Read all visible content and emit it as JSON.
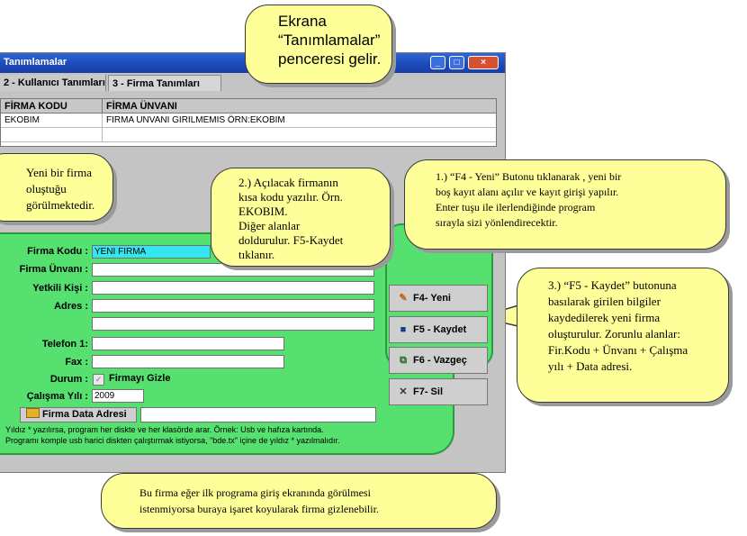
{
  "window": {
    "title": "Tanımlamalar",
    "controls": {
      "minimize": "_",
      "maximize": "□",
      "close": "×"
    }
  },
  "tabs": [
    {
      "label": "2 - Kullanıcı Tanımları"
    },
    {
      "label": "3 - Firma Tanımları"
    }
  ],
  "grid": {
    "columns": [
      "FİRMA KODU",
      "FİRMA ÜNVANI"
    ],
    "rows": [
      {
        "code": "EKOBIM",
        "name": "FIRMA UNVANI GIRILMEMIS ÖRN:EKOBIM"
      }
    ]
  },
  "form": {
    "firma_kodu_label": "Firma Kodu :",
    "firma_kodu_value": "YENI FIRMA",
    "firma_unvani_label": "Firma Ünvanı :",
    "yetkili_label": "Yetkili Kişi :",
    "adres_label": "Adres :",
    "telefon_label": "Telefon 1:",
    "fax_label": "Fax :",
    "durum_label": "Durum :",
    "gizle_label": "Firmayı Gizle",
    "calisma_label": "Çalışma Yılı :",
    "calisma_value": "2009",
    "data_adresi_label": "Firma Data Adresi",
    "note_line1": "Yıldız * yazılırsa, program her diskte ve her klasörde arar. Örnek: Usb ve hafıza kartında.",
    "note_line2": "Programı komple usb harici diskten çalıştırmak istiyorsa, \"bde.tx\" içine de yıldız * yazılmalıdır."
  },
  "buttons": {
    "yeni": "F4- Yeni",
    "kaydet": "F5 - Kaydet",
    "vazgec": "F6 - Vazgeç",
    "sil": "F7- Sil"
  },
  "callouts": {
    "ekrana": [
      "Ekrana",
      "“Tanımlamalar”",
      "penceresi gelir."
    ],
    "yeni_firma": [
      "Yeni bir firma",
      "oluştuğu",
      "görülmektedir."
    ],
    "kisa_kod": [
      "2.) Açılacak firmanın",
      "kısa kodu yazılır.  Örn.",
      "EKOBIM.",
      "Diğer alanlar",
      "doldurulur. F5-Kaydet",
      "tıklanır."
    ],
    "f4": [
      "1.) “F4 - Yeni” Butonu tıklanarak , yeni bir",
      "boş kayıt alanı açılır ve kayıt girişi yapılır.",
      "Enter tuşu ile ilerlendiğinde program",
      "sırayla sizi yönlendirecektir."
    ],
    "f5": [
      "3.) “F5 - Kaydet” butonuna",
      "basılarak girilen bilgiler",
      "kaydedilerek yeni firma",
      "oluşturulur. Zorunlu alanlar:",
      "Fir.Kodu + Ünvanı + Çalışma",
      "yılı + Data adresi."
    ],
    "gizle": [
      "Bu firma eğer ilk programa giriş ekranında görülmesi",
      "istenmiyorsa buraya işaret koyularak firma gizlenebilir."
    ]
  },
  "colors": {
    "form_panel": "#55e070",
    "callout": "#ffff99",
    "titlebar": "#2f66d8",
    "kod_field": "#33e6f0"
  }
}
